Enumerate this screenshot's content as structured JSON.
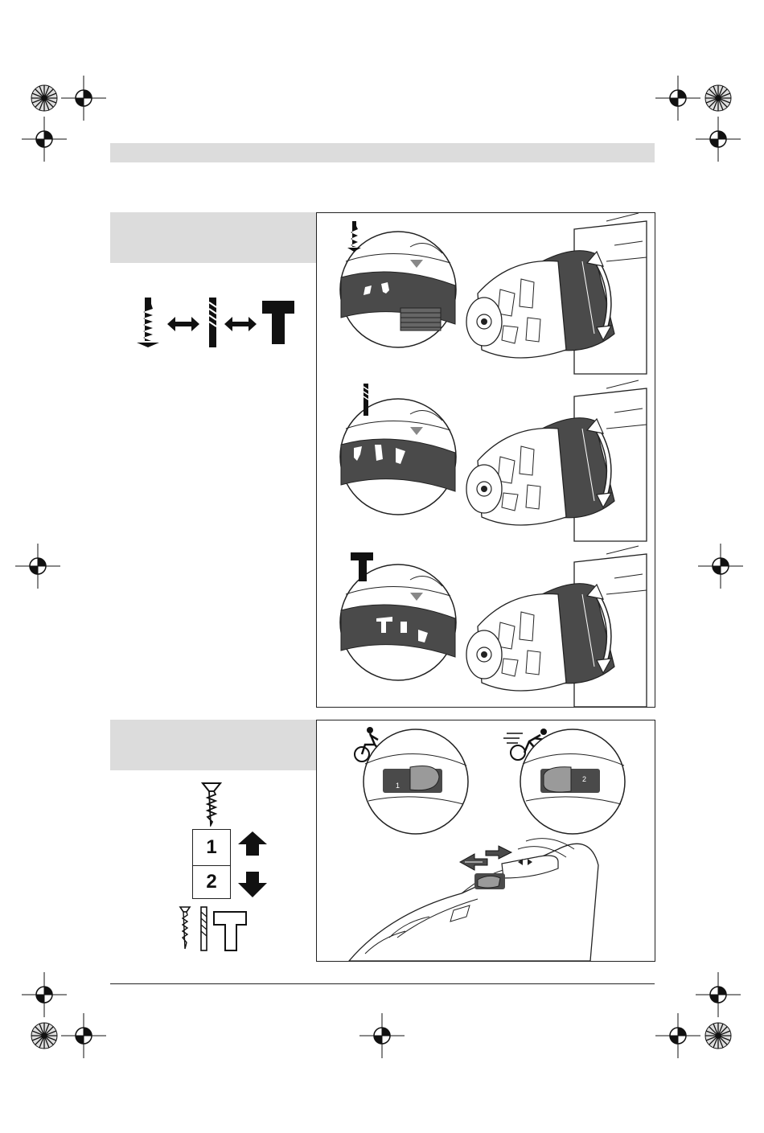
{
  "page": {
    "colors": {
      "shade": "#dcdcdc",
      "ink": "#111111",
      "dial_dark": "#4a4a4a",
      "switch_grey": "#9a9a9a"
    }
  },
  "mode_section": {
    "icons": [
      "screwdriving-icon",
      "double-arrow-icon",
      "drilling-icon",
      "double-arrow-icon",
      "hammer-drilling-icon"
    ],
    "panels": [
      {
        "setting_icon": "screwdriving-icon",
        "setting": "screwdriving"
      },
      {
        "setting_icon": "drilling-icon",
        "setting": "drilling"
      },
      {
        "setting_icon": "hammer-icon",
        "setting": "hammer drilling"
      }
    ]
  },
  "gear_section": {
    "speed_icons": [
      "cyclist-slow-icon",
      "cyclist-fast-icon"
    ],
    "gears": [
      {
        "label": "1",
        "direction": "arrow-up-icon"
      },
      {
        "label": "2",
        "direction": "arrow-down-icon"
      }
    ],
    "tool_icons": [
      "screw-icon",
      "drill-bit-icon",
      "hammer-icon"
    ]
  }
}
